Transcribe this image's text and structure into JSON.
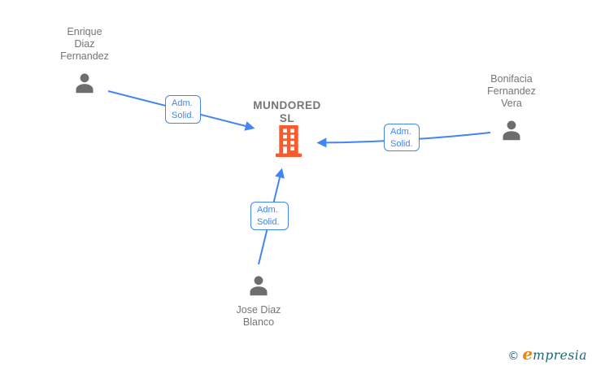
{
  "diagram": {
    "company": {
      "name_line1": "MUNDORED",
      "name_line2": "SL"
    },
    "people": [
      {
        "lines": [
          "Enrique",
          "Diaz",
          "Fernandez"
        ]
      },
      {
        "lines": [
          "Bonifacia",
          "Fernandez",
          "Vera"
        ]
      },
      {
        "lines": [
          "Jose Diaz",
          "Blanco"
        ]
      }
    ],
    "edges": [
      {
        "from": "Enrique Diaz Fernandez",
        "to": "MUNDORED SL",
        "label_line1": "Adm.",
        "label_line2": "Solid."
      },
      {
        "from": "Bonifacia Fernandez Vera",
        "to": "MUNDORED SL",
        "label_line1": "Adm.",
        "label_line2": "Solid."
      },
      {
        "from": "Jose Diaz Blanco",
        "to": "MUNDORED SL",
        "label_line1": "Adm.",
        "label_line2": "Solid."
      }
    ],
    "colors": {
      "edge_blue": "#4285f4",
      "person_gray": "#6d6d6d",
      "text_gray": "#757575",
      "building_orange": "#fb5a2d",
      "logo_teal": "#16697a",
      "logo_orange": "#f0820f"
    }
  },
  "footer": {
    "copyright_symbol": "©",
    "brand_initial": "e",
    "brand_rest": "mpresia"
  }
}
